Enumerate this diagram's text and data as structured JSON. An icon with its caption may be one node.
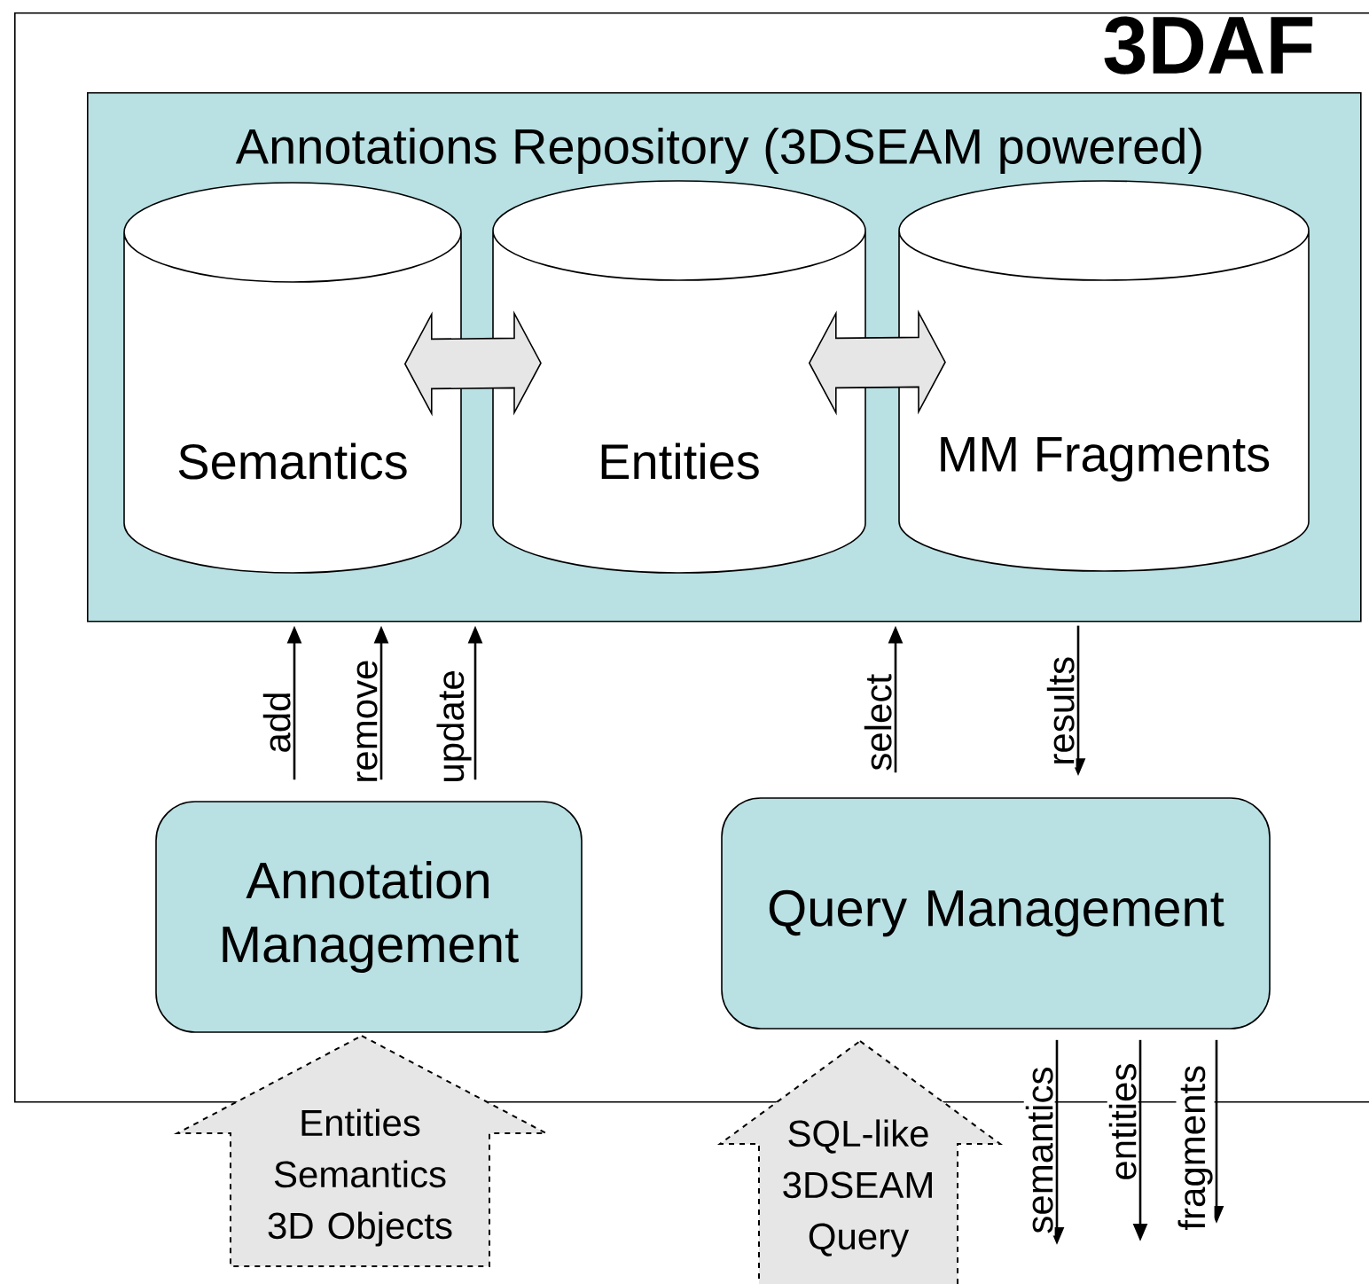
{
  "diagram": {
    "nodes": [
      {
        "text": [
          "3DAF"
        ]
      },
      {
        "text": [
          "Annotations Repository (3DSEAM powered)"
        ],
        "in": 0
      },
      {
        "text": [
          "Semantics"
        ],
        "in": 1
      },
      {
        "text": [
          "Entities"
        ],
        "in": 1
      },
      {
        "text": [
          "MM Fragments"
        ],
        "in": 1
      },
      {
        "text": [
          "Annotation Management"
        ],
        "in": 0
      },
      {
        "text": [
          "Query Management"
        ],
        "in": 0
      },
      {
        "text": [
          "Entities Semantics 3D Objects"
        ]
      },
      {
        "text": [
          "SQL-like 3DSEAM Query"
        ]
      }
    ],
    "edges": [
      {
        "from": 2,
        "to": 3,
        "arrow": "both",
        "style": "thick"
      },
      {
        "from": 3,
        "to": 4,
        "arrow": "both",
        "style": "thick"
      },
      {
        "from": 5,
        "to": 1,
        "arrow": "to",
        "label": "add"
      },
      {
        "from": 5,
        "to": 1,
        "arrow": "to",
        "label": "remove"
      },
      {
        "from": 5,
        "to": 1,
        "arrow": "to",
        "label": "update"
      },
      {
        "from": 6,
        "to": 1,
        "arrow": "to",
        "label": "select"
      },
      {
        "from": 1,
        "to": 6,
        "arrow": "to",
        "label": "results"
      },
      {
        "from": 6,
        "to": null,
        "arrow": "to",
        "label": "semantics"
      },
      {
        "from": 6,
        "to": null,
        "arrow": "to",
        "label": "entities"
      },
      {
        "from": 6,
        "to": null,
        "arrow": "to",
        "label": "fragments"
      }
    ]
  }
}
